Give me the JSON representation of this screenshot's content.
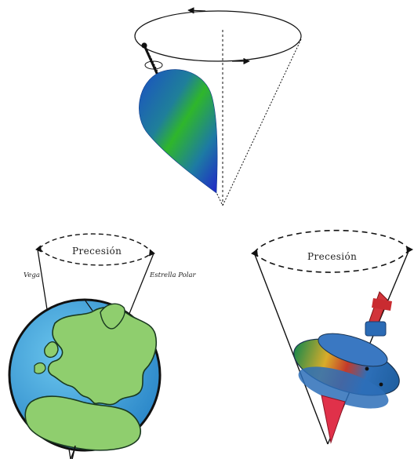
{
  "figure_a": {},
  "figure_b": {
    "caption": "Precesión",
    "left_star": "Vega",
    "right_star": "Estrella Polar"
  },
  "figure_c": {
    "caption": "Precesión"
  }
}
